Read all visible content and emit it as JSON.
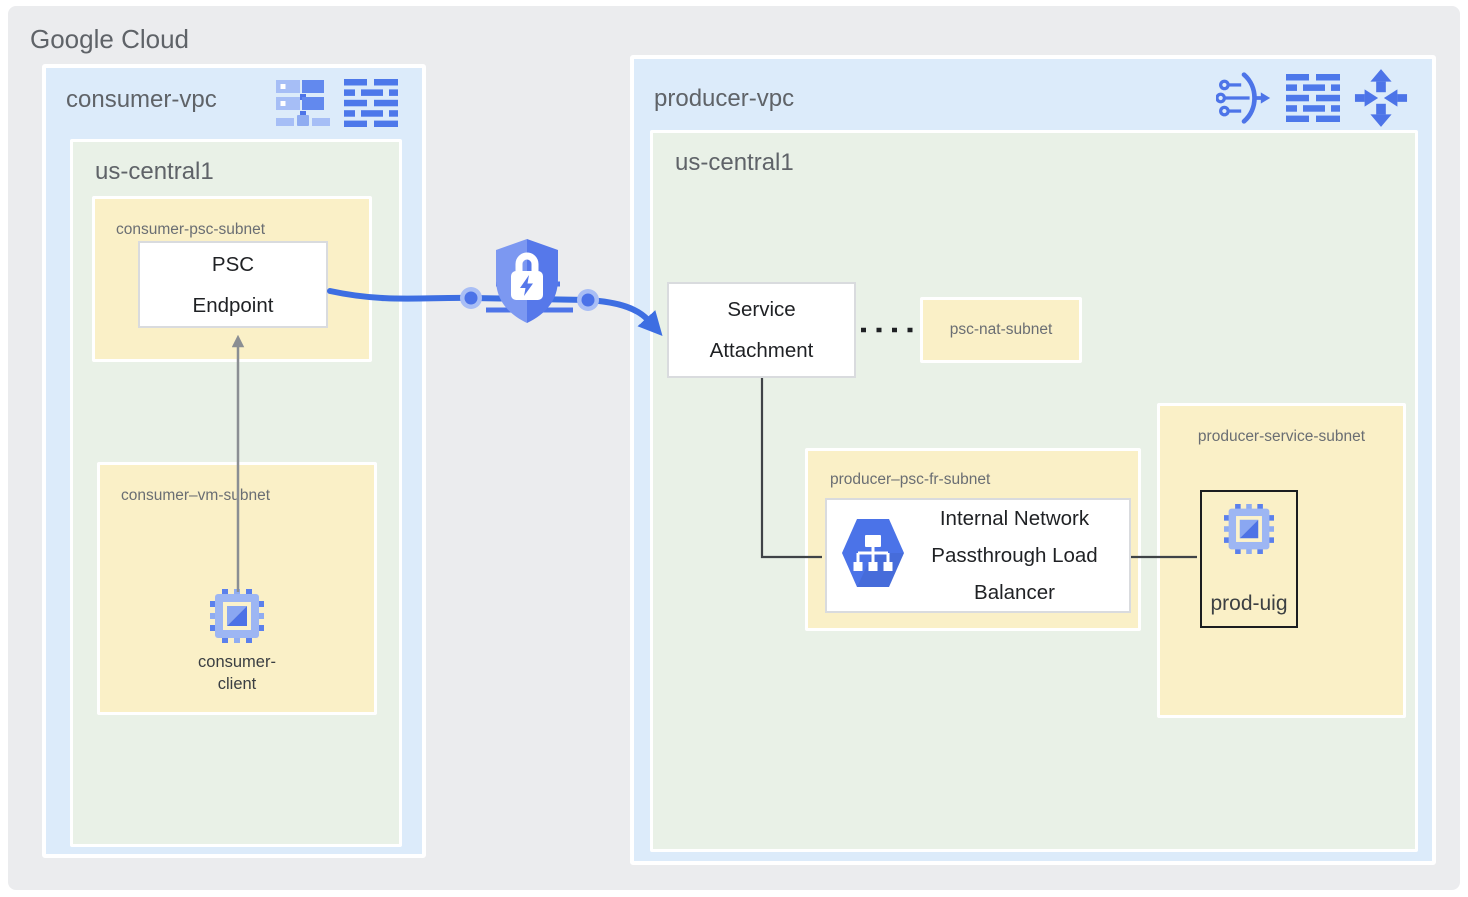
{
  "google_cloud": {
    "title": "Google Cloud"
  },
  "consumer_vpc": {
    "title": "consumer-vpc",
    "header_icons": [
      "vpc-network-icon",
      "routes-icon"
    ],
    "region": {
      "title": "us-central1",
      "psc_subnet": {
        "label": "consumer-psc-subnet",
        "node": {
          "lines": [
            "PSC",
            "Endpoint"
          ]
        }
      },
      "vm_subnet": {
        "label": "consumer–vm-subnet",
        "client": {
          "icon": "compute-engine-icon",
          "lines": [
            "consumer-",
            "client"
          ]
        }
      }
    }
  },
  "middle": {
    "icon": "psc-shield-lock-icon",
    "connection": "psc-endpoint-to-service-attachment"
  },
  "producer_vpc": {
    "title": "producer-vpc",
    "header_icons": [
      "private-service-connect-icon",
      "routes-icon",
      "cloud-router-icon"
    ],
    "region": {
      "title": "us-central1",
      "service_attachment": {
        "lines": [
          "Service",
          "Attachment"
        ]
      },
      "psc_nat_subnet": {
        "label": "psc-nat-subnet"
      },
      "psc_fr_subnet": {
        "label": "producer–psc-fr-subnet",
        "load_balancer": {
          "icon": "load-balancer-icon",
          "lines": [
            "Internal Network",
            "Passthrough Load",
            "Balancer"
          ]
        }
      },
      "service_subnet": {
        "label": "producer-service-subnet",
        "instance_group": {
          "icon": "compute-engine-icon",
          "label": "prod-uig"
        }
      }
    }
  },
  "colors": {
    "outer_gray": "#EBECEE",
    "vpc_blue": "#DCEBFA",
    "region_green": "#E9F1E7",
    "subnet_yellow": "#FAF0C7",
    "accent_blue": "#4D74E8",
    "connector_blue": "#3D6EE2",
    "connector_gray": "#8A8E93",
    "connector_dark": "#3F4347",
    "title_gray": "#5F6368",
    "node_text": "#1F2124"
  }
}
